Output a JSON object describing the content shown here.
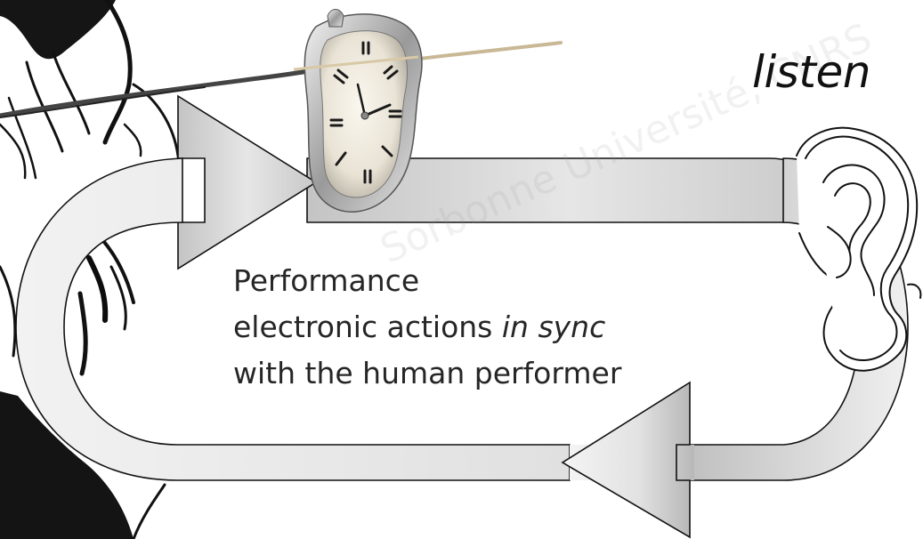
{
  "labels": {
    "listen": "listen",
    "heading": "Performance",
    "line2_prefix": "electronic actions ",
    "line2_emphasis": "in sync",
    "line3": "with the human performer"
  },
  "watermark": {
    "text_1": "Sorbonne Université, CNRS"
  },
  "icons": {
    "clock": "melting-clock-icon",
    "ear": "ear-icon",
    "figure": "performer-sketch"
  },
  "colors": {
    "arrow_fill_light": "#f4f4f4",
    "arrow_fill_dark": "#bdbdbd",
    "outline": "#111111",
    "text": "#262626"
  }
}
